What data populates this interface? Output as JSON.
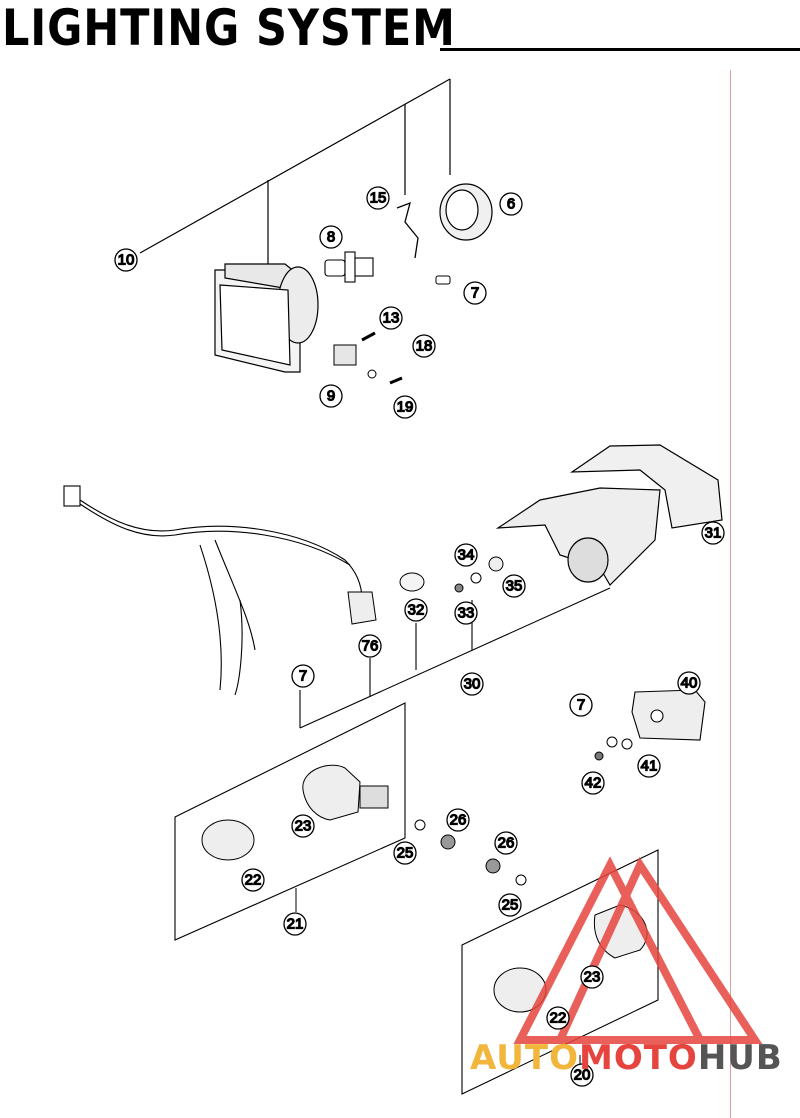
{
  "title": "LIGHTING SYSTEM",
  "watermark": {
    "part1": "AUTO",
    "part2": "MOTO",
    "part3": "HUB"
  },
  "callouts": {
    "n10": "10",
    "n15": "15",
    "n6": "6",
    "n8": "8",
    "n7a": "7",
    "n13": "13",
    "n18": "18",
    "n9": "9",
    "n19": "19",
    "n34": "34",
    "n35": "35",
    "n33": "33",
    "n32": "32",
    "n76": "76",
    "n31": "31",
    "n30": "30",
    "n7b": "7",
    "n7c": "7",
    "n40": "40",
    "n41": "41",
    "n42": "42",
    "n23a": "23",
    "n22a": "22",
    "n21": "21",
    "n26a": "26",
    "n25a": "25",
    "n26b": "26",
    "n25b": "25",
    "n23b": "23",
    "n22b": "22",
    "n20": "20"
  },
  "colors": {
    "line": "#000000",
    "watermark_red": "#e6453f",
    "watermark_yellow": "#f2b63c"
  }
}
